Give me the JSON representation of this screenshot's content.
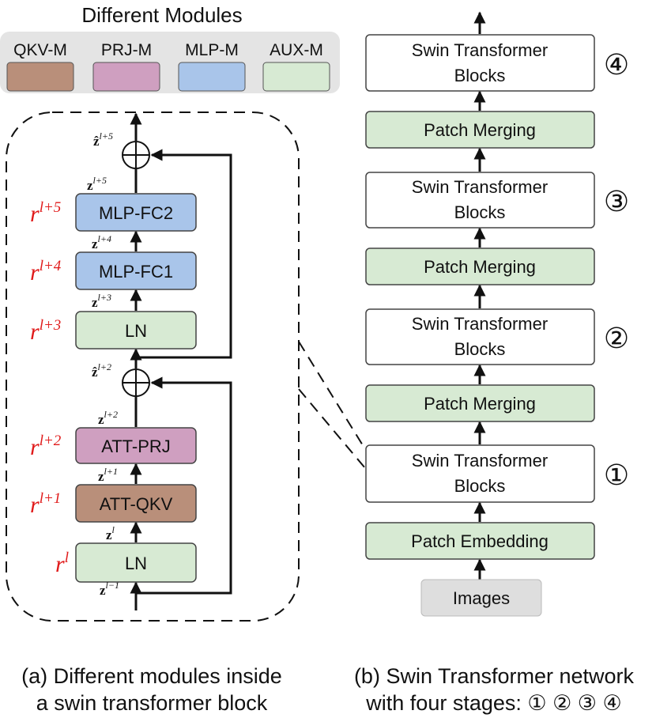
{
  "legend": {
    "title": "Different Modules",
    "items": [
      {
        "label": "QKV-M",
        "color": "#b98f7a"
      },
      {
        "label": "PRJ-M",
        "color": "#cf9fc0"
      },
      {
        "label": "MLP-M",
        "color": "#a9c5ea"
      },
      {
        "label": "AUX-M",
        "color": "#d7ead3"
      }
    ]
  },
  "block": {
    "modules": {
      "mlp_fc2": "MLP-FC2",
      "mlp_fc1": "MLP-FC1",
      "ln_top": "LN",
      "att_prj": "ATT-PRJ",
      "att_qkv": "ATT-QKV",
      "ln_bottom": "LN"
    },
    "rates": {
      "base": "r",
      "sup5": "l+5",
      "sup4": "l+4",
      "sup3": "l+3",
      "sup2": "l+2",
      "sup1": "l+1",
      "sup0": "l"
    },
    "signals": {
      "base": "z",
      "hat_base": "ẑ",
      "s_top": "l+5",
      "s5": "l+5",
      "s4": "l+4",
      "s3": "l+3",
      "s_mid": "l+2",
      "s2": "l+2",
      "s1": "l+1",
      "s0": "l",
      "s_in": "l−1"
    }
  },
  "network": {
    "swin_line1": "Swin Transformer",
    "swin_line2": "Blocks",
    "patch_merging": "Patch Merging",
    "patch_embedding": "Patch Embedding",
    "images": "Images",
    "stage_marks": [
      "④",
      "③",
      "②",
      "①"
    ]
  },
  "captions": {
    "a_line1": "(a) Different modules inside",
    "a_line2": "a swin transformer block",
    "b_line1": "(b) Swin Transformer network",
    "b_line2": "with four stages: ① ② ③ ④"
  },
  "colors": {
    "qkv": "#b98f7a",
    "prj": "#cf9fc0",
    "mlp": "#a9c5ea",
    "aux": "#d7ead3",
    "images": "#dedede",
    "legend_bg": "#e4e4e4",
    "rate": "#e01b1b"
  }
}
